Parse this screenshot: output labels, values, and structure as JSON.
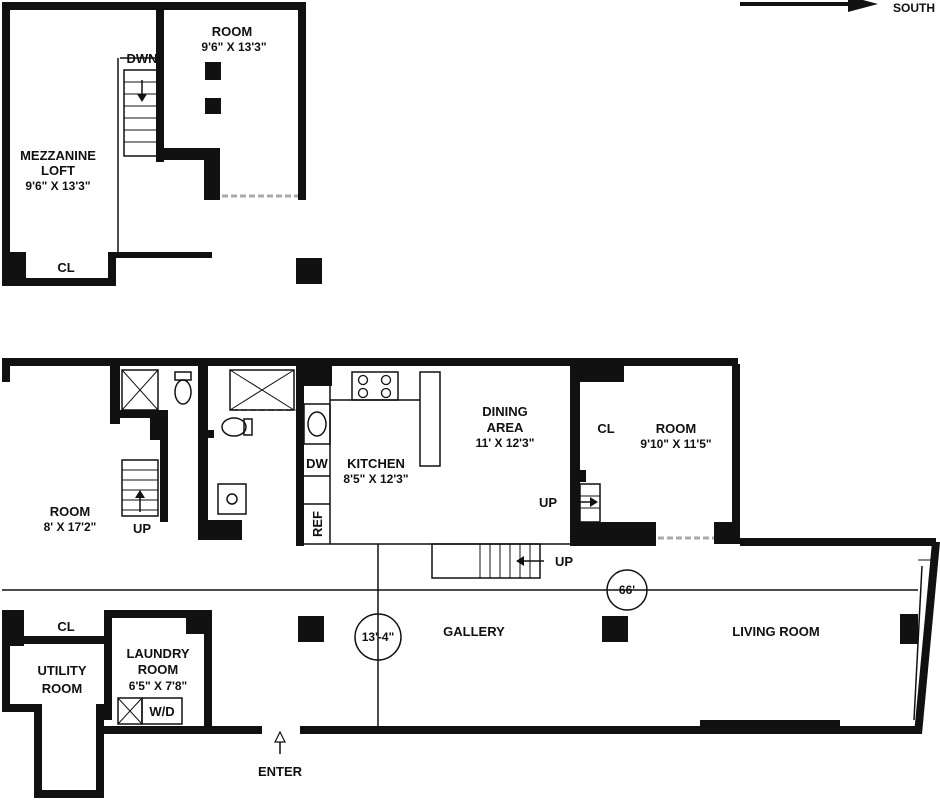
{
  "compass": {
    "label": "SOUTH"
  },
  "mezzanine": {
    "room_name": "ROOM",
    "room_dims": "9'6\" X 13'3\"",
    "stair_label": "DWN",
    "loft_name_1": "MEZZANINE",
    "loft_name_2": "LOFT",
    "loft_dims": "9'6\" X 13'3\"",
    "closet": "CL"
  },
  "main": {
    "bedroom_left": {
      "name": "ROOM",
      "dims": "8' X 17'2\""
    },
    "stair_up_left": "UP",
    "kitchen": {
      "name": "KITCHEN",
      "dims": "8'5\" X 12'3\"",
      "dw": "DW",
      "ref": "REF"
    },
    "dining": {
      "name_1": "DINING",
      "name_2": "AREA",
      "dims": "11' X 12'3\""
    },
    "bedroom_right": {
      "name": "ROOM",
      "dims": "9'10\" X 11'5\"",
      "closet": "CL"
    },
    "stair_up_dining": "UP",
    "stair_up_gallery": "UP",
    "length_dim": "66'",
    "width_dim": "13'-4\"",
    "gallery": "GALLERY",
    "living_room": "LIVING ROOM",
    "closet_lower": "CL",
    "utility": {
      "name_1": "UTILITY",
      "name_2": "ROOM"
    },
    "laundry": {
      "name_1": "LAUNDRY",
      "name_2": "ROOM",
      "dims": "6'5\" X 7'8\"",
      "wd": "W/D"
    },
    "enter": "ENTER"
  }
}
